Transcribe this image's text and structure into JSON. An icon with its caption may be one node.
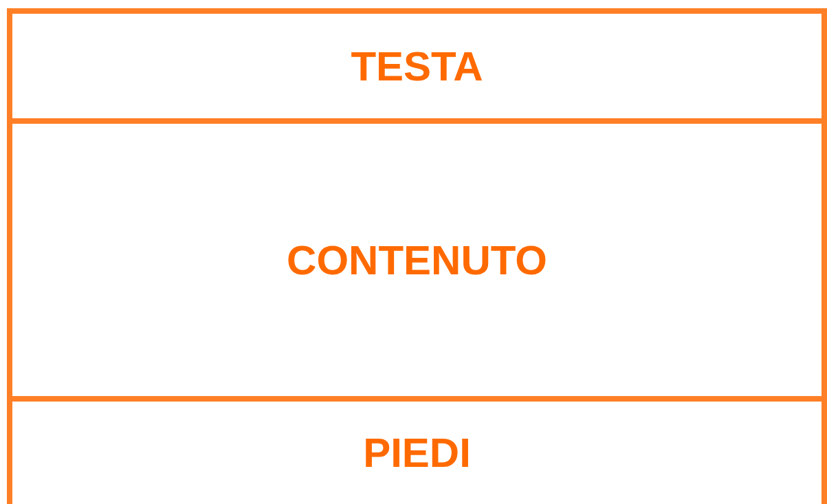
{
  "diagram": {
    "nodes": [
      {
        "text": [
          "TESTA"
        ]
      },
      {
        "text": [
          "CONTENUTO"
        ]
      },
      {
        "text": [
          "PIEDI"
        ]
      }
    ]
  }
}
